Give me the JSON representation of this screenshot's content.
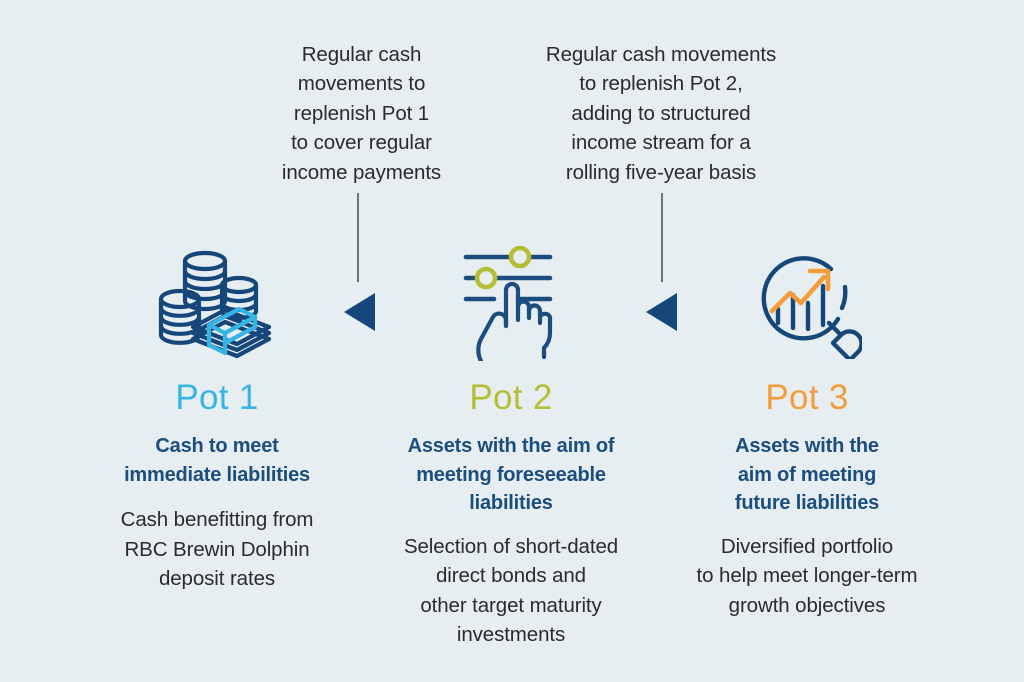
{
  "theme": {
    "background": "#e7eef1",
    "navy": "#16477a",
    "subtitle_navy": "#1b4e7e",
    "body_text": "#2b2b2b",
    "connector_gray": "#6b7378",
    "pot1_accent": "#35b5e5",
    "pot2_accent": "#b5bd34",
    "pot3_accent": "#f49c3a"
  },
  "annotations": [
    {
      "id": "caption-1",
      "text": "Regular cash\nmovements to\nreplenish Pot 1\nto cover regular\nincome payments"
    },
    {
      "id": "caption-2",
      "text": "Regular cash movements\nto replenish Pot 2,\nadding to structured\nincome stream for a\nrolling five-year basis"
    }
  ],
  "pots": [
    {
      "id": "pot-1",
      "icon": "coins-and-banknotes-icon",
      "title": "Pot 1",
      "title_color": "#35b5e5",
      "subtitle": "Cash to meet\nimmediate liabilities",
      "body": "Cash benefitting from\nRBC Brewin Dolphin\ndeposit rates"
    },
    {
      "id": "pot-2",
      "icon": "sliders-with-hand-icon",
      "title": "Pot 2",
      "title_color": "#b5bd34",
      "subtitle": "Assets with the aim of\nmeeting foreseeable\nliabilities",
      "body": "Selection of short-dated\ndirect bonds and\nother target maturity\ninvestments"
    },
    {
      "id": "pot-3",
      "icon": "magnifier-growth-chart-icon",
      "title": "Pot 3",
      "title_color": "#f49c3a",
      "subtitle": "Assets with the\naim of meeting\nfuture liabilities",
      "body": "Diversified portfolio\nto help meet longer-term\ngrowth objectives"
    }
  ]
}
